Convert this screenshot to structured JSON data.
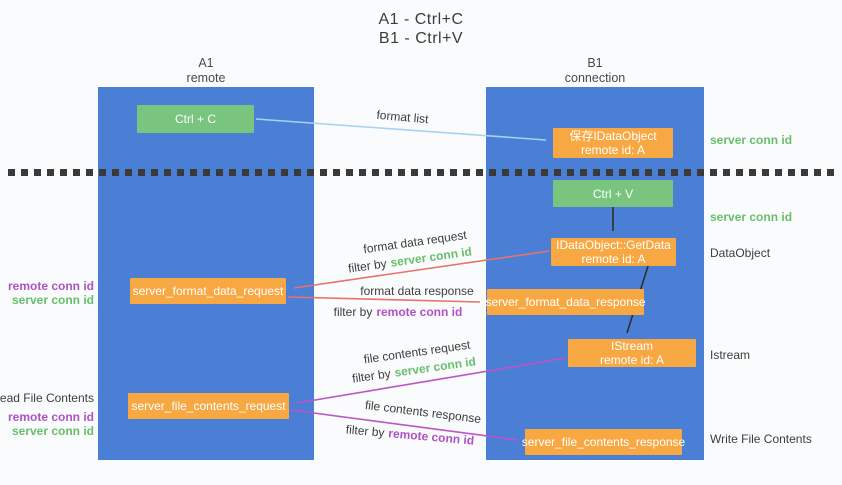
{
  "title": {
    "line1": "A1 - Ctrl+C",
    "line2": "B1 - Ctrl+V"
  },
  "lanes": {
    "a": {
      "name": "A1",
      "subtitle": "remote"
    },
    "b": {
      "name": "B1",
      "subtitle": "connection"
    }
  },
  "nodes": {
    "ctrl_c": "Ctrl + C",
    "ctrl_v": "Ctrl + V",
    "save_idataobject": {
      "line1": "保存IDataObject",
      "line2": "remote id: A"
    },
    "getdata": {
      "line1": "IDataObject::GetData",
      "line2": "remote id: A"
    },
    "istream": {
      "line1": "IStream",
      "line2": "remote id: A"
    },
    "format_request": "server_format_data_request",
    "format_response": "server_format_data_response",
    "file_request": "server_file_contents_request",
    "file_response": "server_file_contents_response"
  },
  "arrow_labels": {
    "format_list": "format list",
    "format_data_request": "format data request",
    "format_data_response": "format data response",
    "file_contents_request": "file contents request",
    "file_contents_response": "file contents response",
    "filter_prefix": "filter by",
    "server_conn_id": "server conn id",
    "remote_conn_id": "remote conn id"
  },
  "side_labels": {
    "right_save": "server conn id",
    "right_ctrl_v": "server conn id",
    "right_dataobject": "DataObject",
    "right_istream": "Istream",
    "right_write": "Write File Contents",
    "left_read": "Read File Contents",
    "left_format_remote": "remote conn id",
    "left_format_server": "server conn id",
    "left_file_remote": "remote conn id",
    "left_file_server": "server conn id"
  },
  "colors": {
    "lane_blue": "#4b7fd6",
    "box_green": "#79c47e",
    "box_orange": "#f8a843",
    "arrow_red": "#e8716a",
    "arrow_purple": "#bf53c9",
    "arrow_lightblue": "#a4d4f2",
    "arrow_black": "#2f2f2f",
    "label_green": "#67bf6b",
    "label_purple": "#b052c7",
    "text_dark": "#3d3d3d"
  }
}
